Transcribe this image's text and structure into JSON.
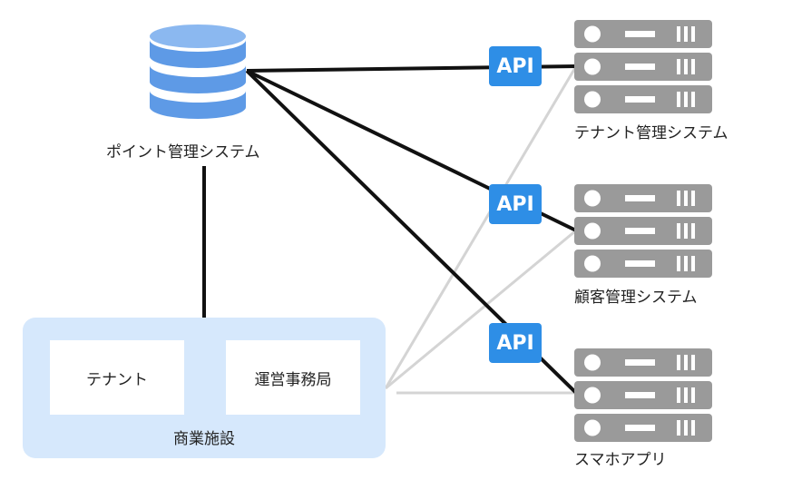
{
  "nodes": {
    "point_system": {
      "label": "ポイント管理システム"
    },
    "tenant_system": {
      "label": "テナント管理システム"
    },
    "customer_system": {
      "label": "顧客管理システム"
    },
    "smartphone_app": {
      "label": "スマホアプリ"
    },
    "facility": {
      "label": "商業施設",
      "tenant_label": "テナント",
      "office_label": "運営事務局"
    }
  },
  "api_badges": [
    {
      "label": "API"
    },
    {
      "label": "API"
    },
    {
      "label": "API"
    }
  ],
  "colors": {
    "database": "#5e9ae6",
    "database_light": "#8bb8f0",
    "server": "#9a9a9a",
    "api": "#2e8ee6",
    "facility_bg": "#d6e8fc",
    "line_dark": "#111111",
    "line_light": "#d4d4d4"
  },
  "icons": {
    "database": "database-icon",
    "server": "server-rack-icon"
  }
}
